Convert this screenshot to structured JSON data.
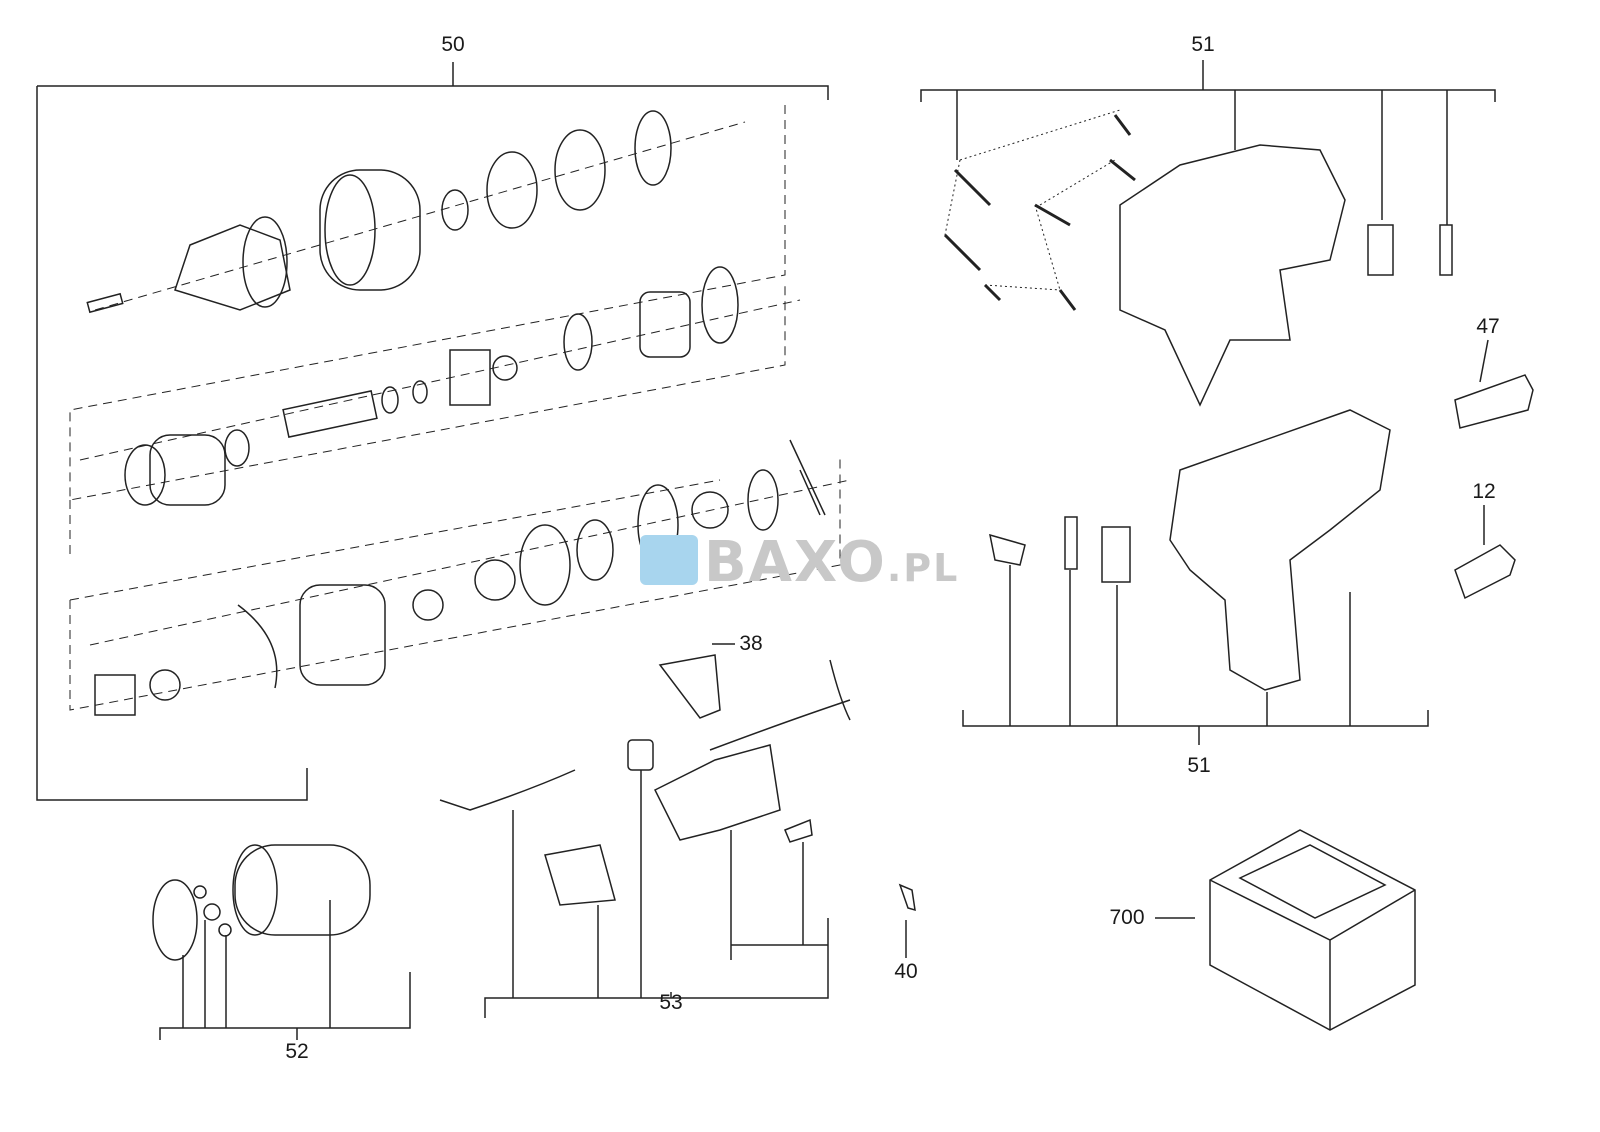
{
  "diagram": {
    "callouts": {
      "gear_assembly": "50",
      "housing_top": "51",
      "housing_bottom": "51",
      "label_47": "47",
      "label_12": "12",
      "part_38": "38",
      "motor_group": "52",
      "switch_group": "53",
      "part_40": "40",
      "case": "700"
    },
    "watermark": {
      "brand": "BAXO",
      "suffix": ".PL",
      "color": "#a8d5ee"
    }
  }
}
